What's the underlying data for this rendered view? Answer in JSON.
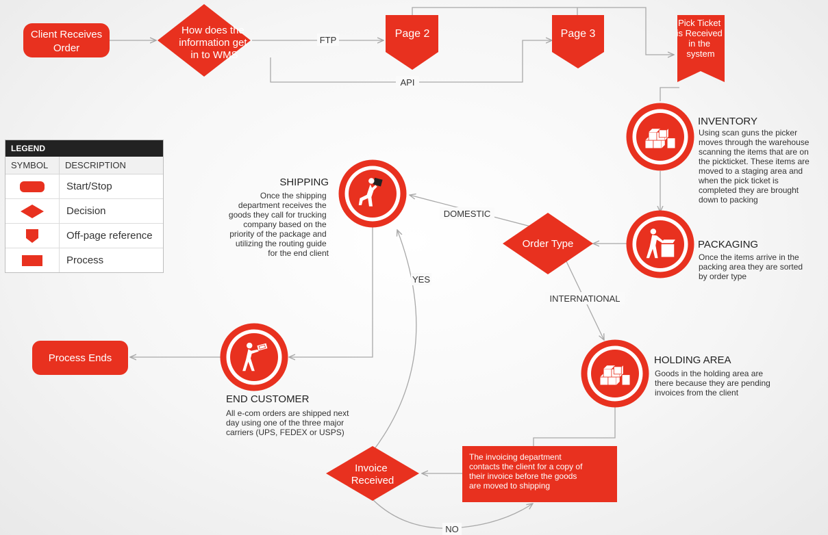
{
  "colors": {
    "accent": "#e8311f",
    "line": "#a8a8a8",
    "text": "#333333"
  },
  "nodes": {
    "client_receives": "Client Receives Order",
    "how_does": "How does the information get in to WMS",
    "page2": "Page 2",
    "page3": "Page 3",
    "pick_ticket": "Pick Ticket is Received in the system",
    "order_type": "Order Type",
    "invoice_received": "Invoice Received",
    "process_ends": "Process Ends",
    "invoicing_box": "The invoicing department contacts the client for a copy of their invoice before the goods are moved to shipping"
  },
  "edges": {
    "ftp": "FTP",
    "api": "API",
    "domestic": "DOMESTIC",
    "international": "INTERNATIONAL",
    "yes": "YES",
    "no": "NO"
  },
  "steps": {
    "inventory": {
      "title": "INVENTORY",
      "text": "Using scan guns the picker moves through the warehouse scanning the items that are on the pickticket. These items are moved to a staging area and when the pick ticket is completed they are brought down to packing",
      "icon": "boxes-icon"
    },
    "packaging": {
      "title": "PACKAGING",
      "text": "Once the items arrive in the packing area they are sorted by order type",
      "icon": "packing-person-icon"
    },
    "shipping": {
      "title": "SHIPPING",
      "text": "Once the shipping department receives the goods they call for trucking company based on the priority of the package and utilizing the routing guide for the end client",
      "icon": "carrying-person-icon"
    },
    "holding": {
      "title": "HOLDING AREA",
      "text": "Goods in the holding area are there because they are pending invoices from the client",
      "icon": "boxes-icon"
    },
    "end_customer": {
      "title": "END CUSTOMER",
      "text": "All e-com orders are shipped next day using one of the three major carriers (UPS, FEDEX or USPS)",
      "icon": "walking-person-icon"
    }
  },
  "legend": {
    "title": "LEGEND",
    "col_symbol": "SYMBOL",
    "col_description": "DESCRIPTION",
    "rows": [
      {
        "symbol": "rounded-rect",
        "description": "Start/Stop"
      },
      {
        "symbol": "diamond",
        "description": "Decision"
      },
      {
        "symbol": "pentagon-down",
        "description": "Off-page reference"
      },
      {
        "symbol": "rect",
        "description": "Process"
      }
    ]
  }
}
